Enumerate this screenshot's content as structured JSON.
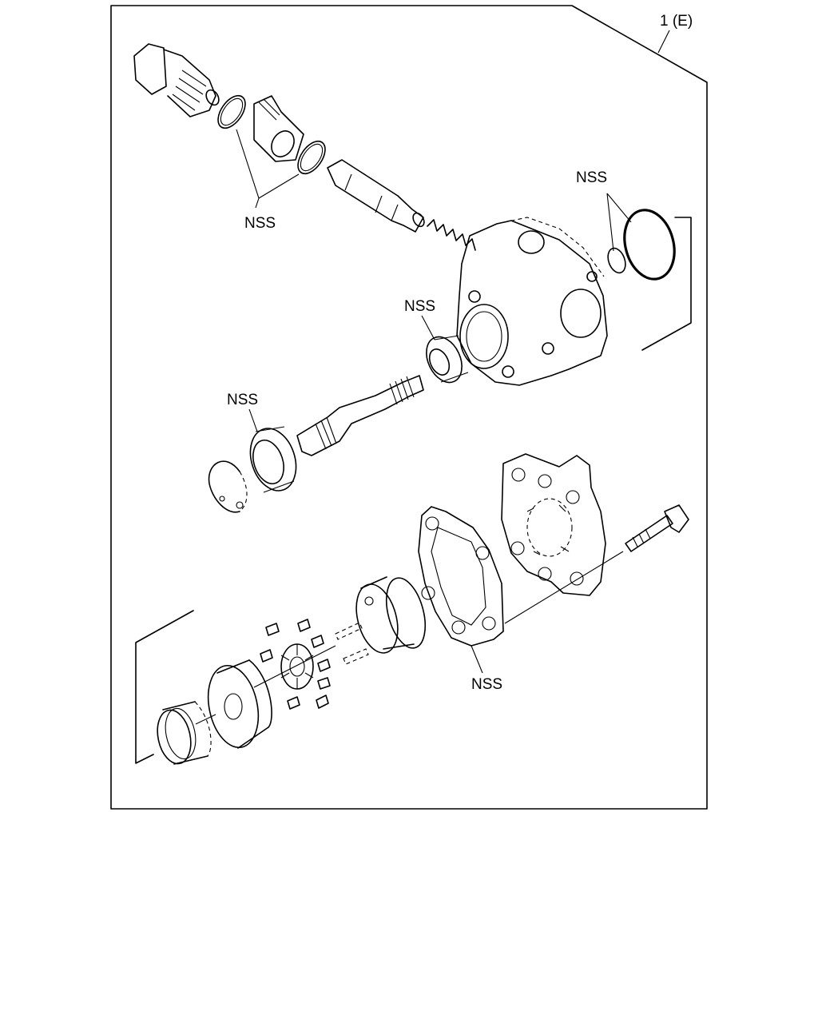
{
  "diagram": {
    "labels": {
      "assembly": "1 (E)",
      "nss_valve_orings": "NSS",
      "nss_housing_orings": "NSS",
      "nss_shaft_seal": "NSS",
      "nss_bearing": "NSS",
      "nss_gasket": "NSS"
    }
  }
}
